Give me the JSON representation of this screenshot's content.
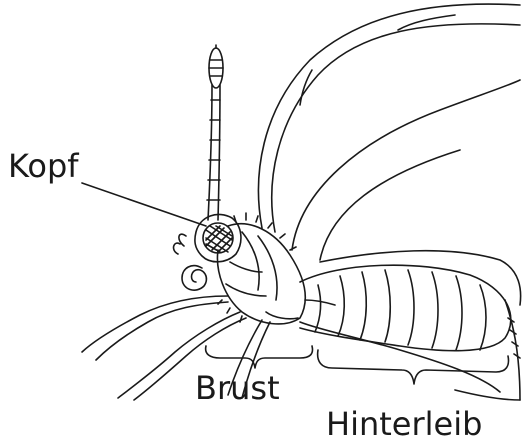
{
  "labels": {
    "head": "Kopf",
    "thorax": "Brust",
    "abdomen": "Hinterleib"
  },
  "colors": {
    "ink": "#1a1a1a",
    "background": "#ffffff"
  }
}
